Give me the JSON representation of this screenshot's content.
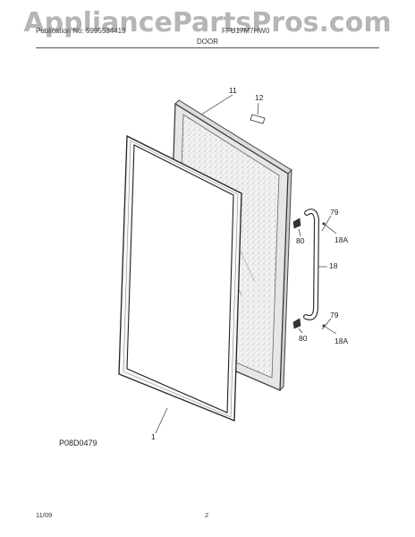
{
  "header": {
    "watermark": "AppliancePartsPros.com",
    "left_text": "Publication No: 5995534413",
    "right_text": "FFU17M7HW0",
    "section_title": "DOOR"
  },
  "callouts": {
    "gasket": "1",
    "door_panel": "11",
    "clip": "12",
    "handle": "18",
    "screw_top": "18A",
    "screw_bottom": "18A",
    "mount_top": "79",
    "mount_bottom": "79",
    "cap_top": "80",
    "cap_bottom": "80"
  },
  "diagram_code": "P08D0479",
  "footer": {
    "date": "11/09",
    "page": "2"
  }
}
